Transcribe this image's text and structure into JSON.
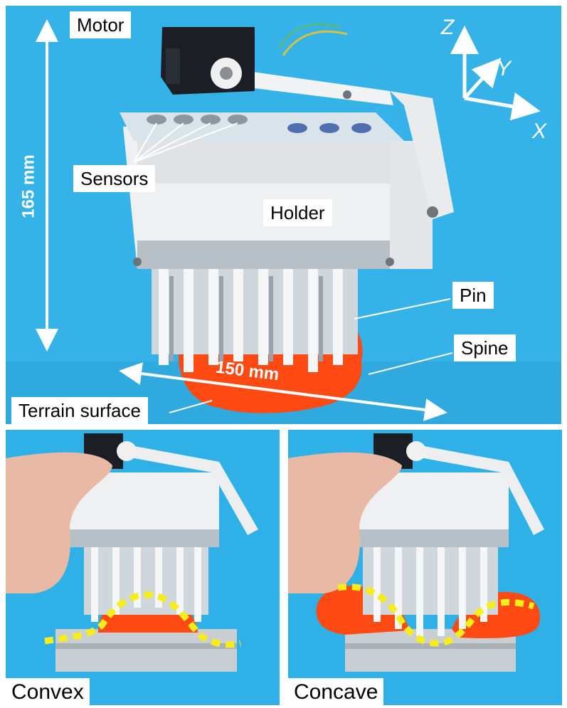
{
  "top_panel": {
    "labels": {
      "motor": "Motor",
      "sensors": "Sensors",
      "holder": "Holder",
      "pin": "Pin",
      "spine": "Spine",
      "terrain": "Terrain surface"
    },
    "dimensions": {
      "height": "165 mm",
      "width": "150 mm"
    },
    "axes": {
      "z": "Z",
      "y": "Y",
      "x": "X"
    }
  },
  "bottom_left": {
    "caption": "Convex"
  },
  "bottom_right": {
    "caption": "Concave"
  },
  "colors": {
    "background": "#35b3e8",
    "terrain": "#ff4a14",
    "holder": "#eef0f2",
    "motor": "#1b1e24",
    "dashed_line": "#f5ee1a"
  }
}
